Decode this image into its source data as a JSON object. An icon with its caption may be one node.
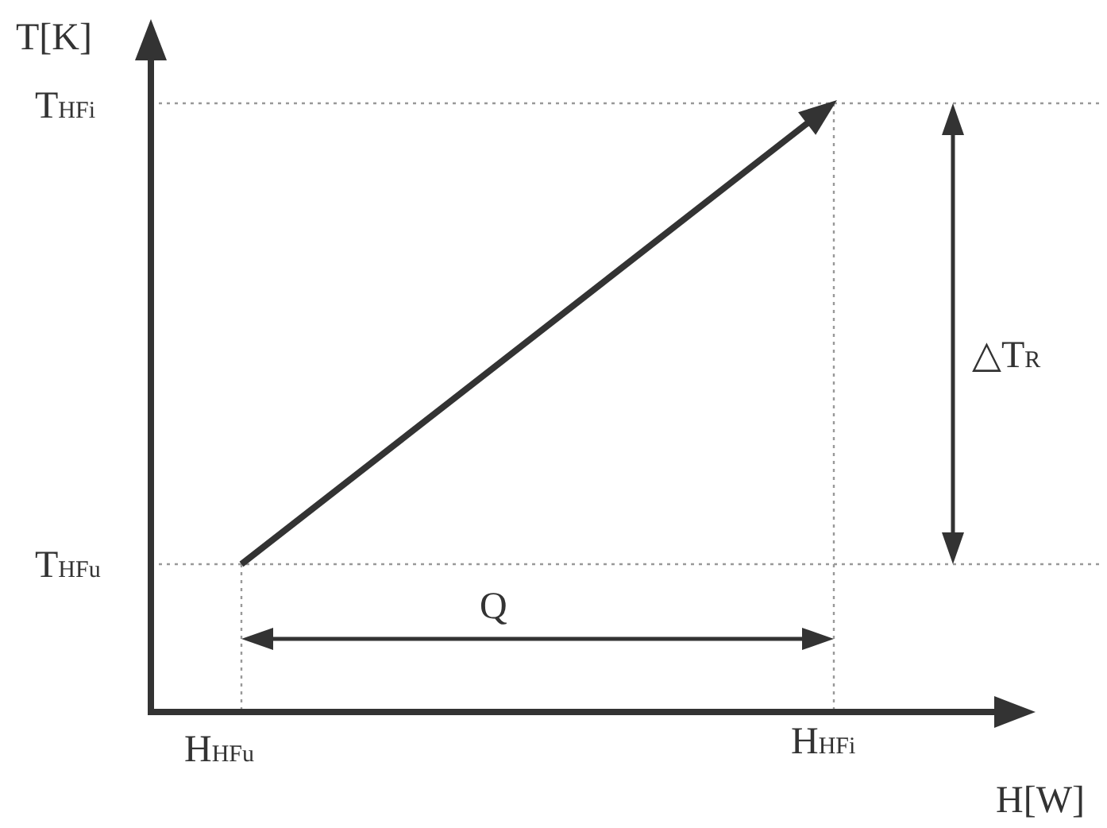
{
  "diagram": {
    "labels": [
      "T[K]",
      "T$_{HFi}$",
      "△T$_{R}$",
      "T$_{HFu}$",
      "Q",
      "H$_{HFu}$",
      "H$_{HFi}$",
      "H[W]"
    ]
  }
}
